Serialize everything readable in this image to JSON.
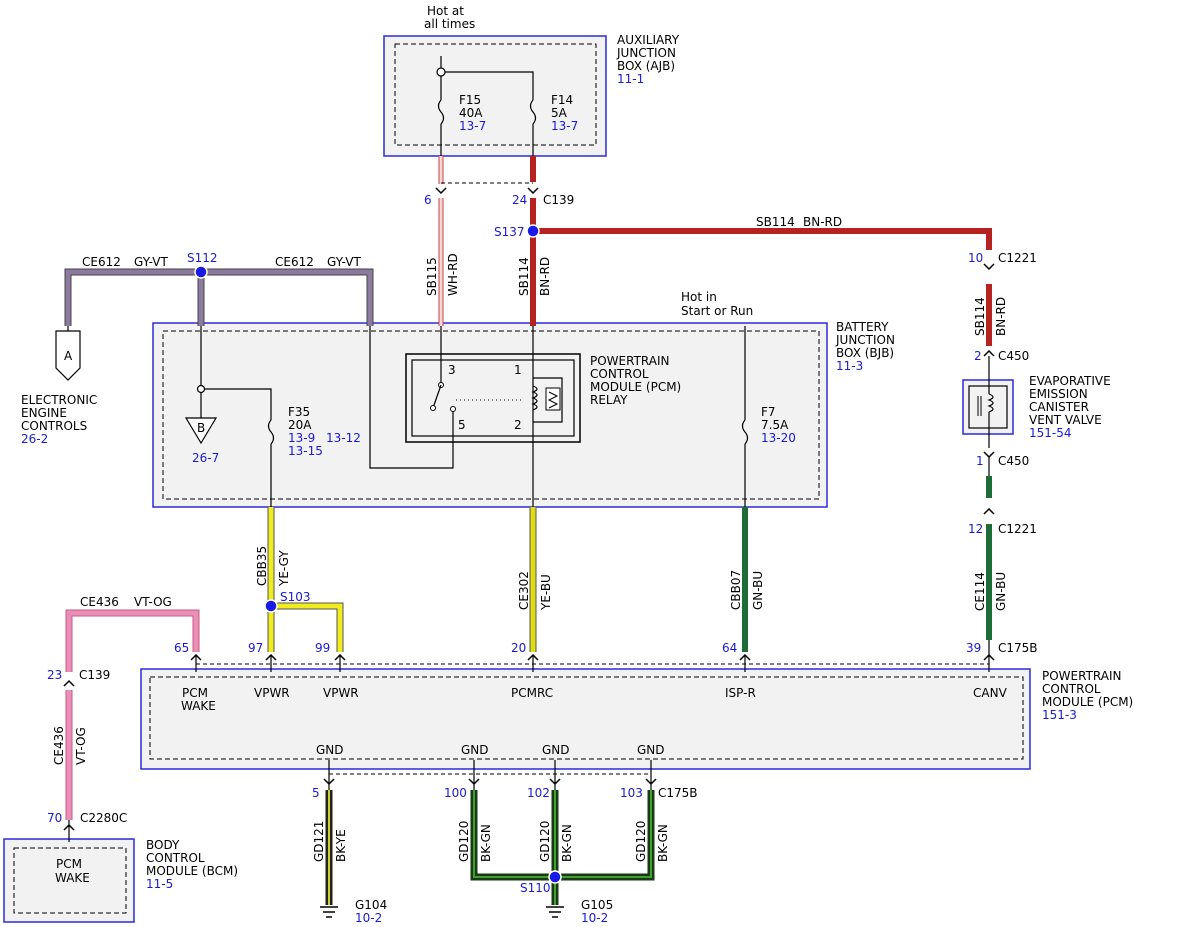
{
  "colors": {
    "outline_blue": "#2b2bd6",
    "ref_blue": "#1a1ad6",
    "GY-VT": "#8c7aa0",
    "WH-RD": "#e8a8a8",
    "BN-RD": "#b5221f",
    "YE-GY": "#f0ec1e",
    "YE-BU": "#dddd10",
    "GN-BU": "#1d6b35",
    "VT-OG": "#ec8fb6",
    "BK-YE": "#7a7a10",
    "BK-GN": "#1a3a16"
  },
  "labels": {
    "hot_at_all_times_1": "Hot at",
    "hot_at_all_times_2": "all times",
    "ajb_1": "AUXILIARY",
    "ajb_2": "JUNCTION",
    "ajb_3": "BOX (AJB)",
    "ajb_ref": "11-1",
    "f15_name": "F15",
    "f15_rating": "40A",
    "f15_ref": "13-7",
    "f14_name": "F14",
    "f14_rating": "5A",
    "f14_ref": "13-7",
    "pin_6": "6",
    "pin_24": "24",
    "c139_top": "C139",
    "s137": "S137",
    "sb114_top_circuit": "SB114",
    "sb114_top_color": "BN-RD",
    "pin_10": "10",
    "c1221_top": "C1221",
    "sb114_right_circuit": "SB114",
    "sb114_right_color": "BN-RD",
    "pin_2": "2",
    "c450_top": "C450",
    "evap_1": "EVAPORATIVE",
    "evap_2": "EMISSION",
    "evap_3": "CANISTER",
    "evap_4": "VENT VALVE",
    "evap_ref": "151-54",
    "pin_1": "1",
    "c450_bottom": "C450",
    "pin_12": "12",
    "c1221_bottom": "C1221",
    "ce114_circuit": "CE114",
    "ce114_color": "GN-BU",
    "pin_39": "39",
    "c175b_top": "C175B",
    "ce612_left": "CE612",
    "gyvt_left": "GY-VT",
    "s112": "S112",
    "ce612_right": "CE612",
    "gyvt_right": "GY-VT",
    "sb115_circuit": "SB115",
    "sb115_color": "WH-RD",
    "sb114_mid_circuit": "SB114",
    "sb114_mid_color": "BN-RD",
    "hot_start_run_1": "Hot in",
    "hot_start_run_2": "Start or Run",
    "bjb_1": "BATTERY",
    "bjb_2": "JUNCTION",
    "bjb_3": "BOX (BJB)",
    "bjb_ref": "11-3",
    "conn_a": "A",
    "eec_1": "ELECTRONIC",
    "eec_2": "ENGINE",
    "eec_3": "CONTROLS",
    "eec_ref": "26-2",
    "gnd_b": "B",
    "gnd_b_ref": "26-7",
    "f35_name": "F35",
    "f35_rating": "20A",
    "f35_ref1": "13-9",
    "f35_ref2": "13-15",
    "ref_13_12": "13-12",
    "relay_pin3": "3",
    "relay_pin1": "1",
    "relay_pin5": "5",
    "relay_pin2": "2",
    "relay_1": "POWERTRAIN",
    "relay_2": "CONTROL",
    "relay_3": "MODULE (PCM)",
    "relay_4": "RELAY",
    "f7_name": "F7",
    "f7_rating": "7.5A",
    "f7_ref": "13-20",
    "cbb35_circuit": "CBB35",
    "cbb35_color": "YE-GY",
    "s103": "S103",
    "ce302_circuit": "CE302",
    "ce302_color": "YE-BU",
    "cbb07_circuit": "CBB07",
    "cbb07_color": "GN-BU",
    "ce436_top_circuit": "CE436",
    "ce436_top_color": "VT-OG",
    "pin_65": "65",
    "pin_97": "97",
    "pin_99": "99",
    "pin_20": "20",
    "pin_64": "64",
    "pin_23": "23",
    "c139_left": "C139",
    "pcm_wake_1": "PCM",
    "pcm_wake_2": "WAKE",
    "vpwr_1": "VPWR",
    "vpwr_2": "VPWR",
    "pcmrc": "PCMRC",
    "isp_r": "ISP-R",
    "canv": "CANV",
    "pcm_1": "POWERTRAIN",
    "pcm_2": "CONTROL",
    "pcm_3": "MODULE (PCM)",
    "pcm_ref": "151-3",
    "gnd_1": "GND",
    "gnd_2": "GND",
    "gnd_3": "GND",
    "gnd_4": "GND",
    "ce436_left_circuit": "CE436",
    "ce436_left_color": "VT-OG",
    "pin_70": "70",
    "c2280c": "C2280C",
    "pin_5": "5",
    "pin_100": "100",
    "pin_102": "102",
    "pin_103": "103",
    "c175b_bottom": "C175B",
    "gd121_circuit": "GD121",
    "gd121_color": "BK-YE",
    "gd120_a_circuit": "GD120",
    "gd120_a_color": "BK-GN",
    "gd120_b_circuit": "GD120",
    "gd120_b_color": "BK-GN",
    "gd120_c_circuit": "GD120",
    "gd120_c_color": "BK-GN",
    "s110": "S110",
    "g104": "G104",
    "g104_ref": "10-2",
    "g105": "G105",
    "g105_ref": "10-2",
    "bcm_wake_1": "PCM",
    "bcm_wake_2": "WAKE",
    "bcm_1": "BODY",
    "bcm_2": "CONTROL",
    "bcm_3": "MODULE (BCM)",
    "bcm_ref": "11-5"
  }
}
